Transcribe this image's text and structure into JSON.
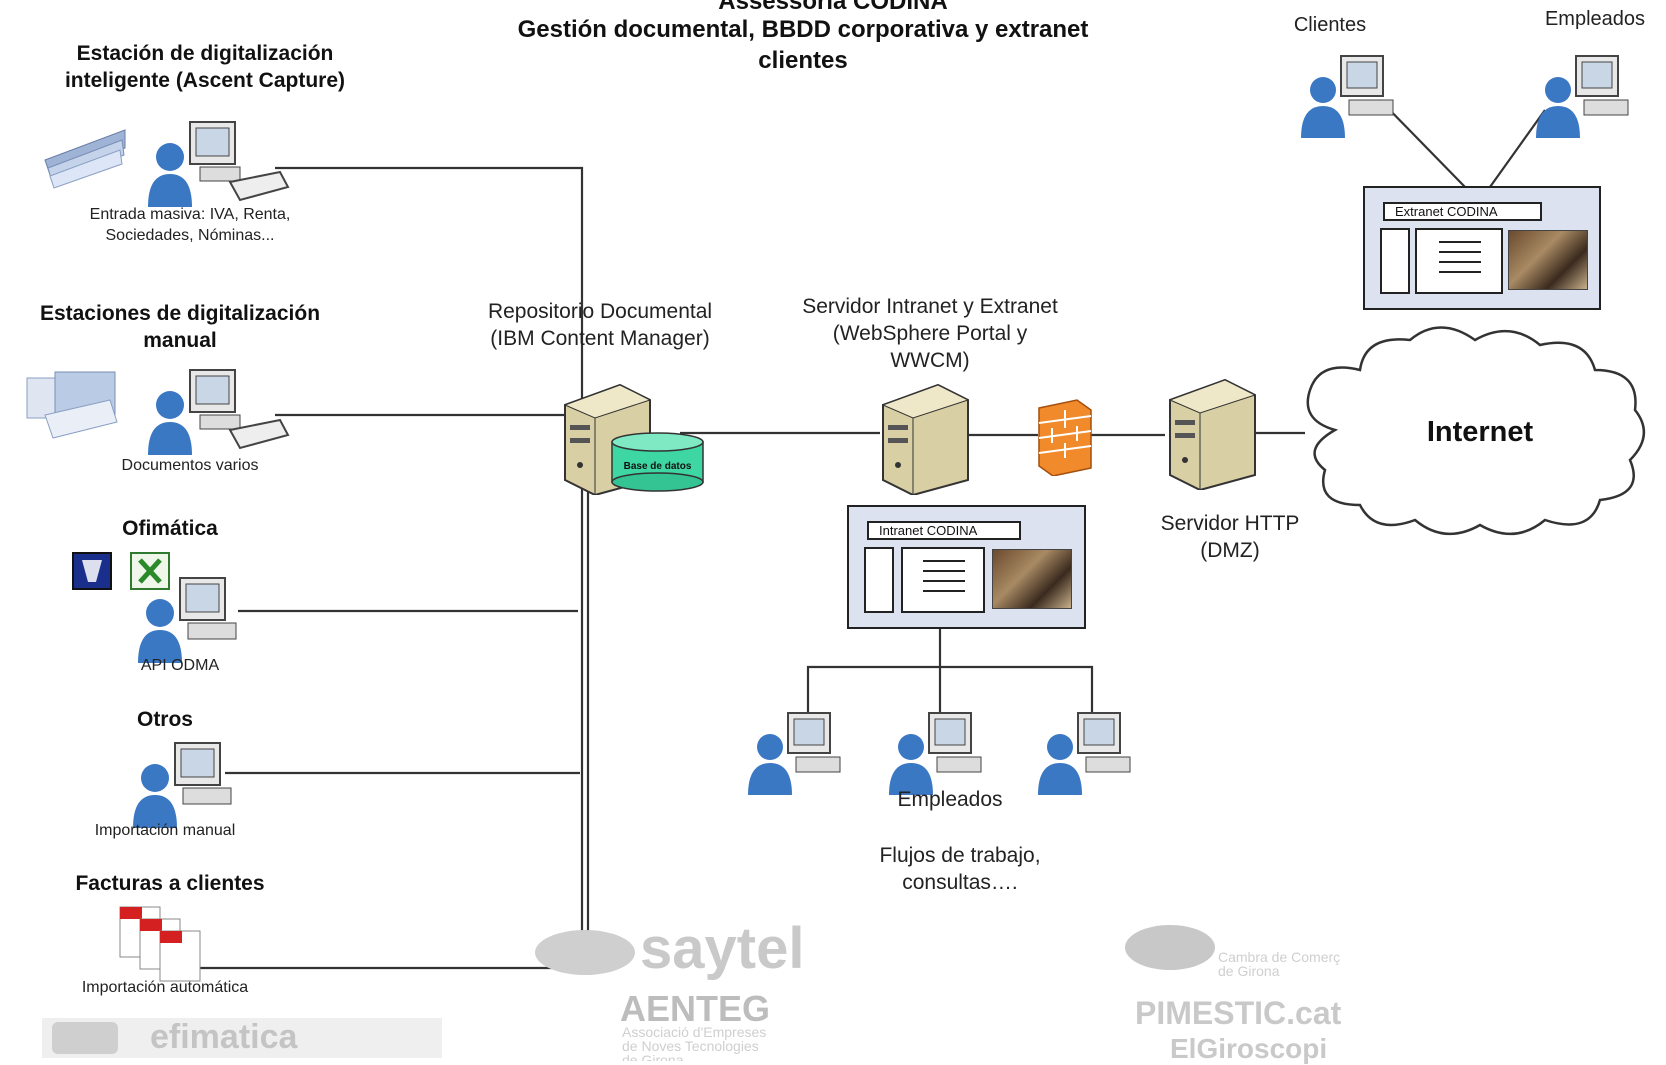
{
  "title": {
    "line1": "Assessoria CODINA",
    "line2": "Gestión documental, BBDD corporativa y extranet",
    "line3": "clientes"
  },
  "sources": {
    "intelligent": {
      "title_l1": "Estación de digitalización",
      "title_l2": "inteligente (Ascent Capture)",
      "caption_l1": "Entrada masiva: IVA, Renta,",
      "caption_l2": "Sociedades, Nóminas..."
    },
    "manual": {
      "title_l1": "Estaciones de digitalización",
      "title_l2": "manual",
      "caption": "Documentos varios"
    },
    "office": {
      "title": "Ofimática",
      "caption": "API ODMA"
    },
    "others": {
      "title": "Otros",
      "caption": "Importación manual"
    },
    "invoices": {
      "title": "Facturas a clientes",
      "caption": "Importación automática"
    }
  },
  "repository": {
    "label_l1": "Repositorio Documental",
    "label_l2": "(IBM Content Manager)",
    "db_label": "Base de datos"
  },
  "intranet_server": {
    "label_l1": "Servidor Intranet y Extranet",
    "label_l2": "(WebSphere Portal y",
    "label_l3": "WWCM)"
  },
  "intranet_portal": {
    "bar_label": "Intranet CODINA"
  },
  "employees_internal": {
    "label": "Empleados",
    "note_l1": "Flujos de trabajo,",
    "note_l2": "consultas…."
  },
  "http_server": {
    "label_l1": "Servidor HTTP",
    "label_l2": "(DMZ)"
  },
  "internet": {
    "label": "Internet"
  },
  "extranet": {
    "bar_label": "Extranet CODINA",
    "clients_label": "Clientes",
    "employees_label": "Empleados"
  },
  "logos": {
    "saytel": "saytel",
    "aenteg": "AENTEG",
    "aenteg_sub": "Associació d'Empreses\nde Noves Tecnologies\nde Girona",
    "cambra": "Cambra de Comerç\nde Girona",
    "pimestic": "PIMESTIC.cat",
    "elgiroscopi": "ElGiroscopi",
    "efimatica": "efimatica"
  },
  "colors": {
    "db": "#3ed6a2",
    "firewall": "#f08a2a",
    "person": "#3b78c4",
    "portal_bg": "#dde2f0"
  }
}
